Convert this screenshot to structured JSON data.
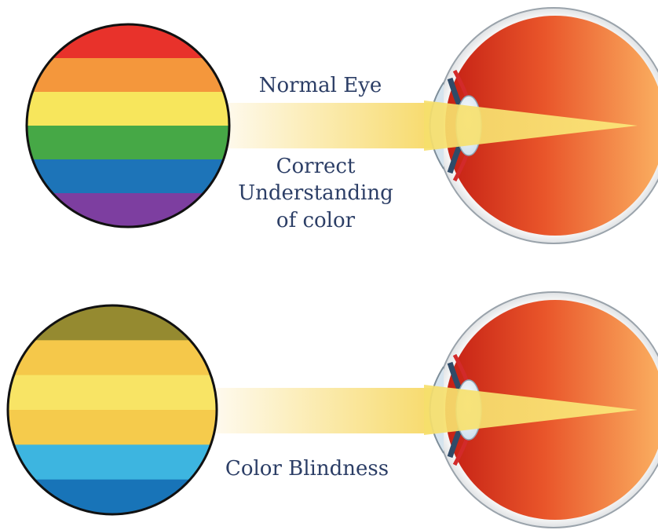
{
  "labels": {
    "normal_eye": "Normal Eye",
    "correct_line1": "Correct",
    "correct_line2": "Understanding",
    "correct_line3": "of color",
    "color_blindness": "Color Blindness"
  },
  "palettes": {
    "normal": [
      "#e8322b",
      "#f4973c",
      "#f7e65c",
      "#46a846",
      "#1d74b8",
      "#7d3ea0"
    ],
    "color_blind": [
      "#958a30",
      "#f5c84a",
      "#f8e465",
      "#f5cb4c",
      "#3db5e0",
      "#1874b8"
    ]
  },
  "colors": {
    "beam_start": "#fdf3cc",
    "beam_end": "#f9d85a",
    "eye_red": "#c81e14",
    "eye_orange": "#f8a95c",
    "outline": "#111111"
  }
}
